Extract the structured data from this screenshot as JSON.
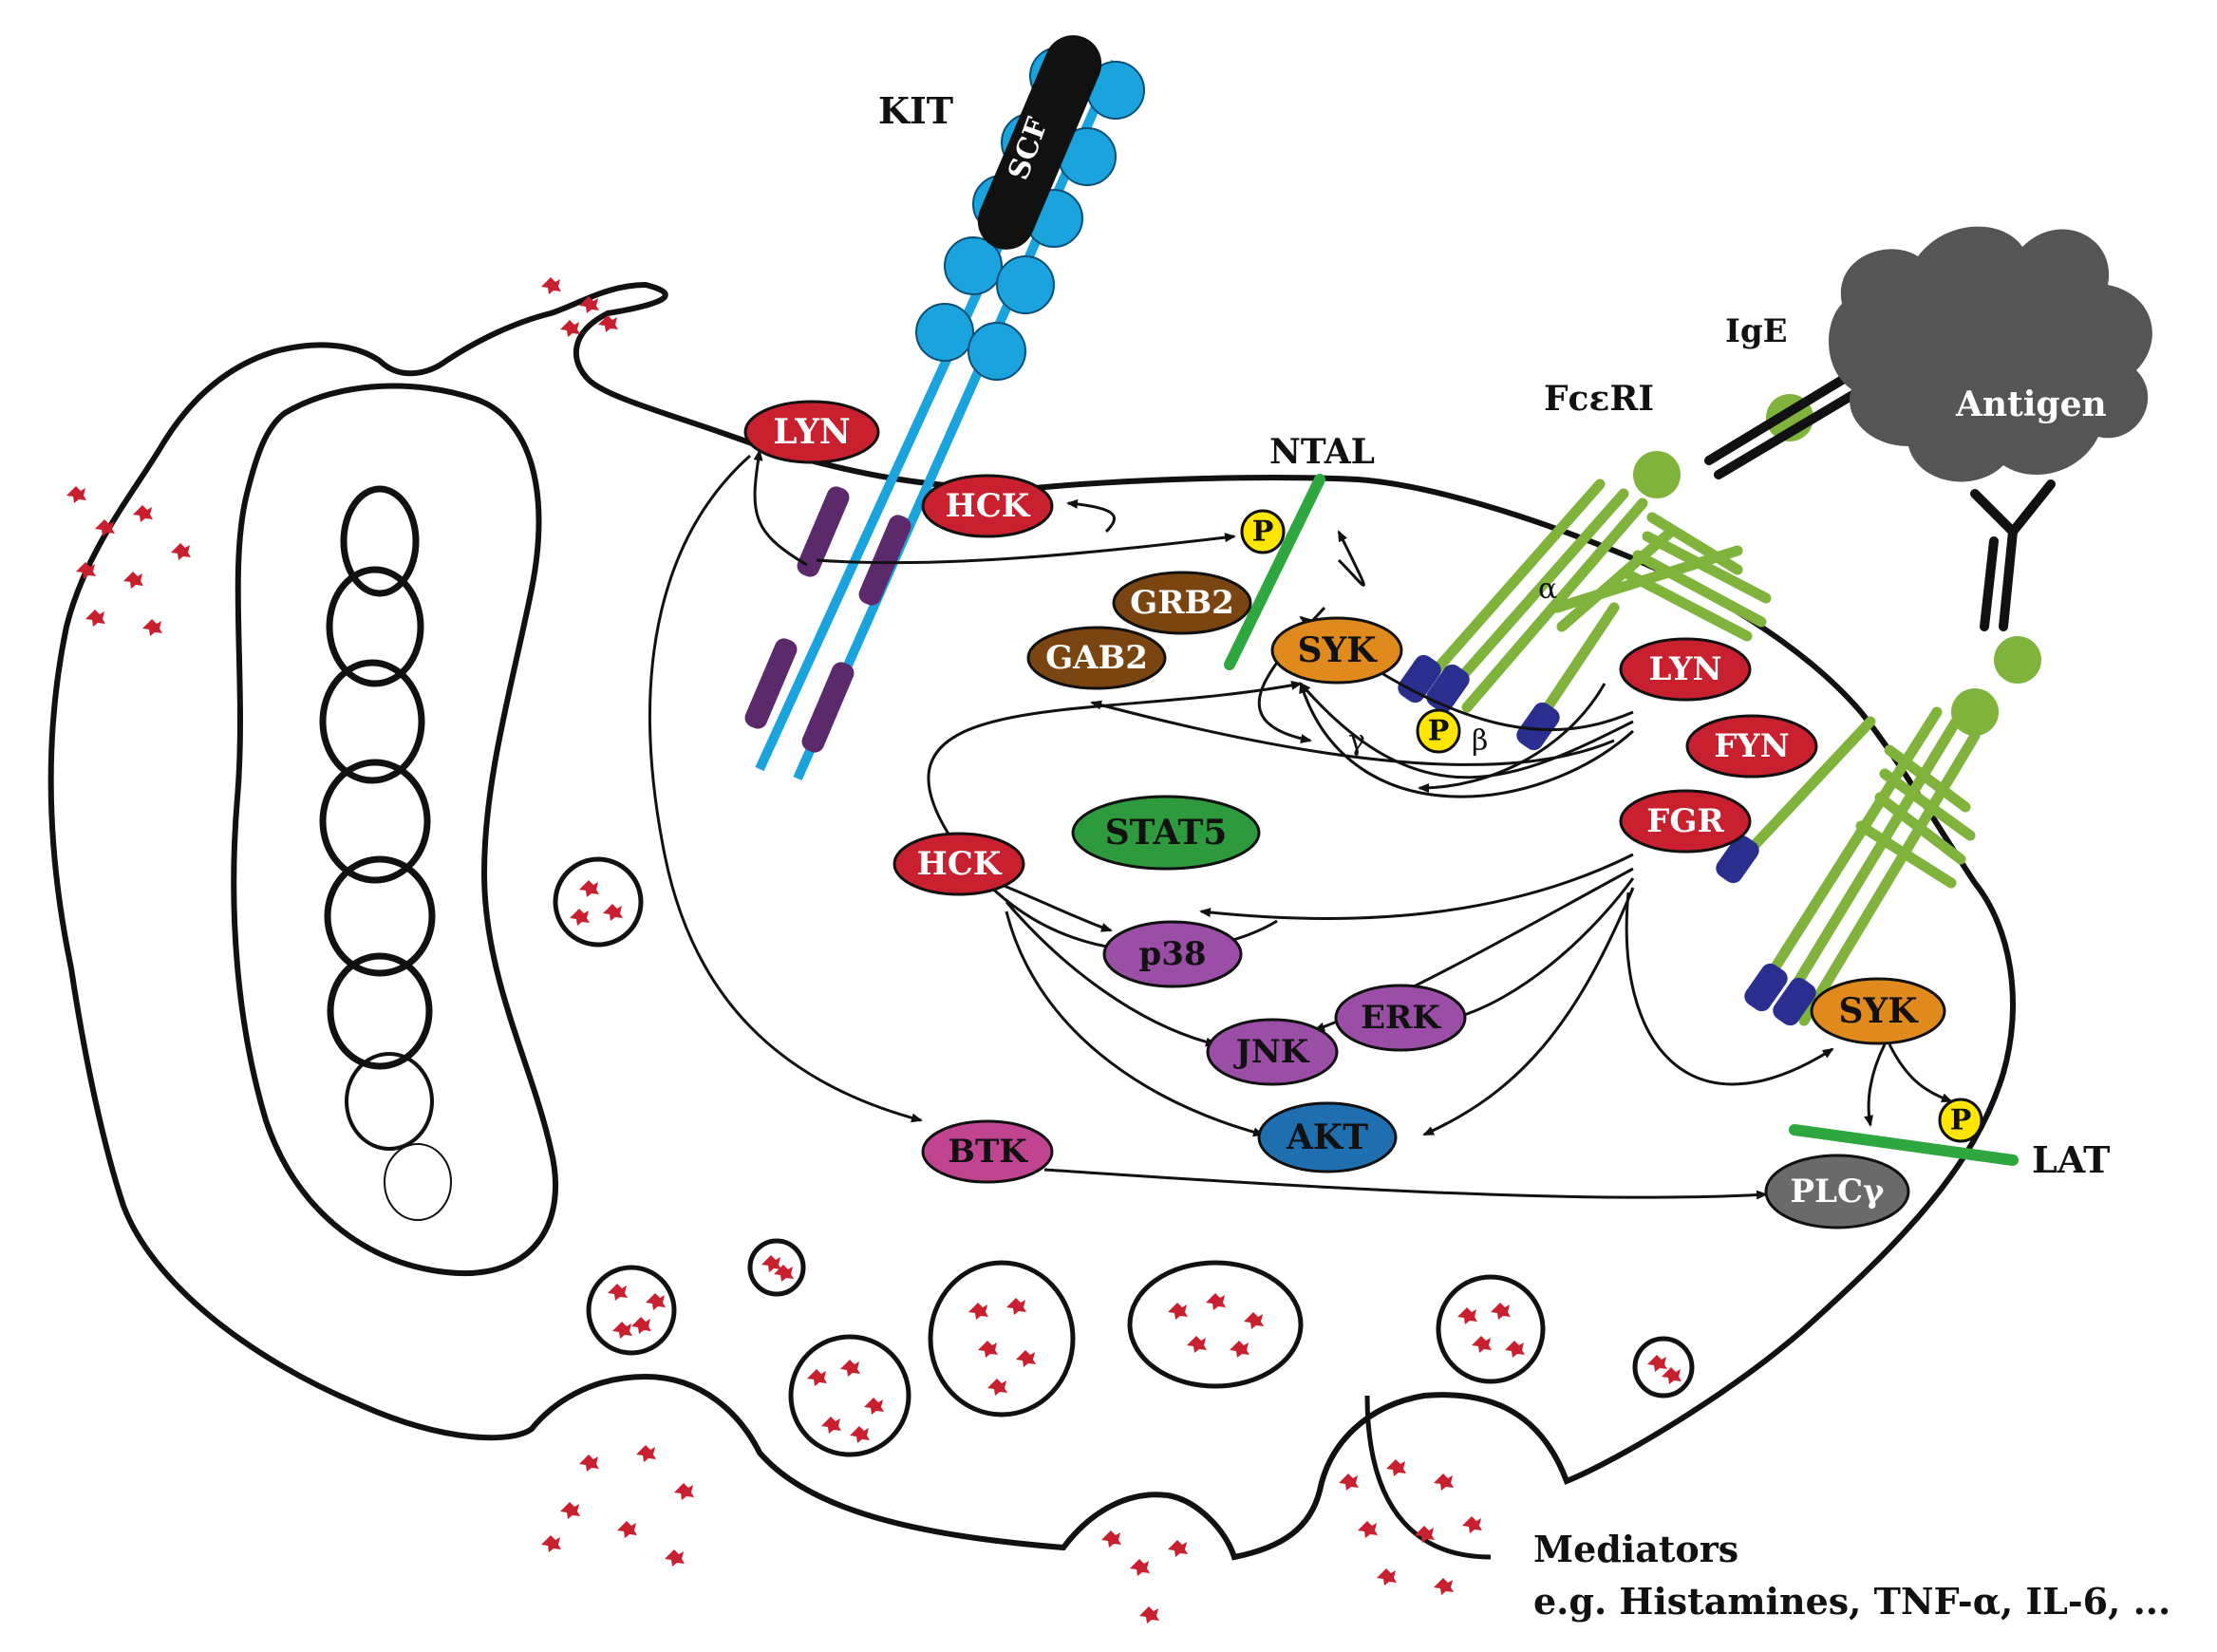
{
  "labels": {
    "kit": "KIT",
    "scf": "SCF",
    "ntal": "NTAL",
    "fceri": "FcεRI",
    "ige": "IgE",
    "antigen": "Antigen",
    "lat": "LAT",
    "alpha": "α",
    "beta": "β",
    "gamma": "γ",
    "mediators": "Mediators",
    "mediators_examples": "e.g. Histamines, TNF-α, IL-6, ..."
  },
  "nodes": {
    "lyn_top": "LYN",
    "hck_top": "HCK",
    "grb2": "GRB2",
    "gab2": "GAB2",
    "syk_top": "SYK",
    "lyn_right": "LYN",
    "fyn": "FYN",
    "fgr": "FGR",
    "stat5": "STAT5",
    "hck_mid": "HCK",
    "p38": "p38",
    "jnk": "JNK",
    "erk": "ERK",
    "akt": "AKT",
    "btk": "BTK",
    "syk_bottom": "SYK",
    "plcg": "PLCγ",
    "p": "P"
  },
  "colors": {
    "src_kinase": "#c8202f",
    "adaptor": "#7a4510",
    "syk": "#e08a1e",
    "stat": "#2e9a3e",
    "mapk": "#9a4ea6",
    "akt": "#1f6fb0",
    "btk": "#c0448f",
    "plc": "#6a6a6a",
    "receptor_green": "#7fb33c",
    "receptor_blue": "#2a2f8f",
    "kit_blue": "#1aa3dc",
    "kit_purple": "#5c2a6b",
    "granule": "#c8202f",
    "phospho": "#ffe600",
    "antigen": "#555555"
  }
}
